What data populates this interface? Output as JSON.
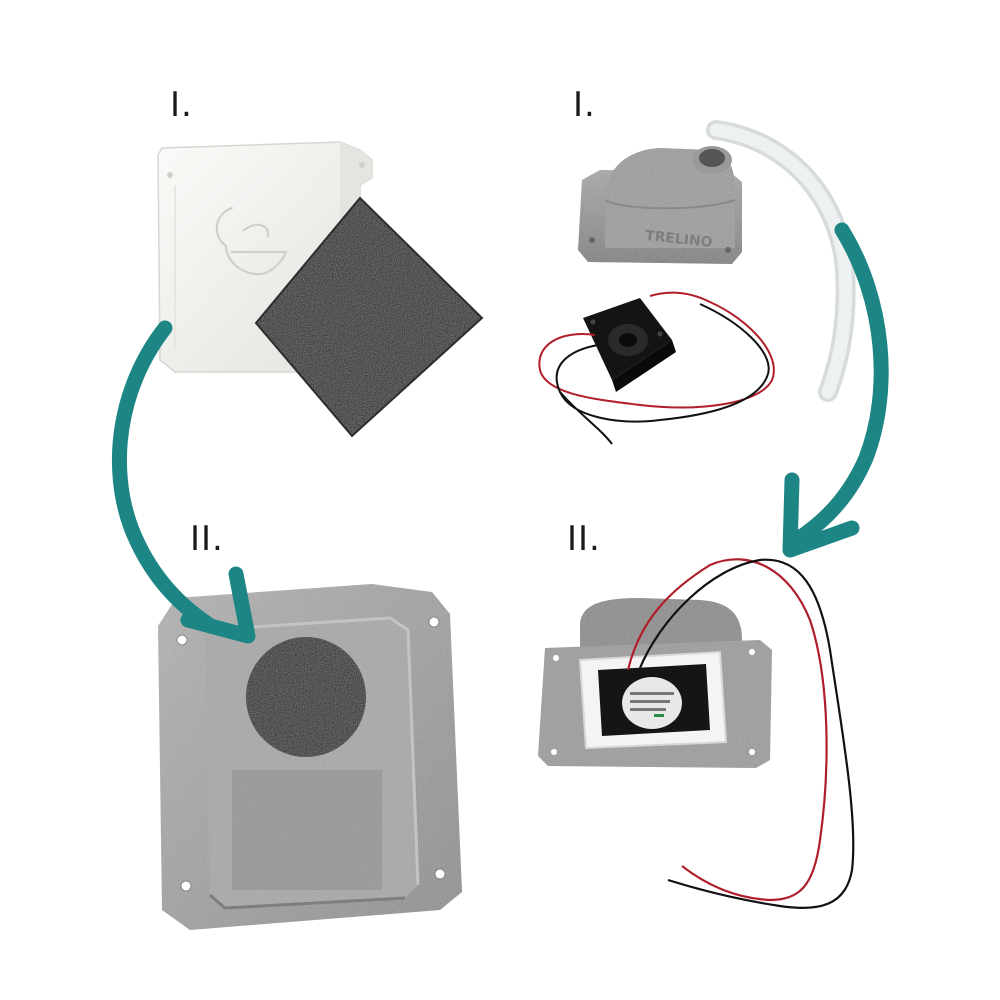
{
  "labels": {
    "top_left": "I.",
    "top_right": "I.",
    "bottom_left": "II.",
    "bottom_right": "II."
  },
  "embossed_text": "TRELINO",
  "colors": {
    "background": "#ffffff",
    "arrow": "#1e8585",
    "white_housing": "#f2f2f0",
    "foam": "#1c1c1c",
    "grey_plastic": "#8f8f8f",
    "grey_plate": "#a2a2a2",
    "fan_body": "#141414",
    "wire_red": "#b01e2a",
    "wire_black": "#111111",
    "tube": "#e9ecec",
    "gasket": "#f4f4f4"
  },
  "icons": {
    "leaf_logo": "leaf-logo-icon",
    "arrow_left": "curved-arrow-down-icon",
    "arrow_right": "curved-arrow-down-icon"
  }
}
